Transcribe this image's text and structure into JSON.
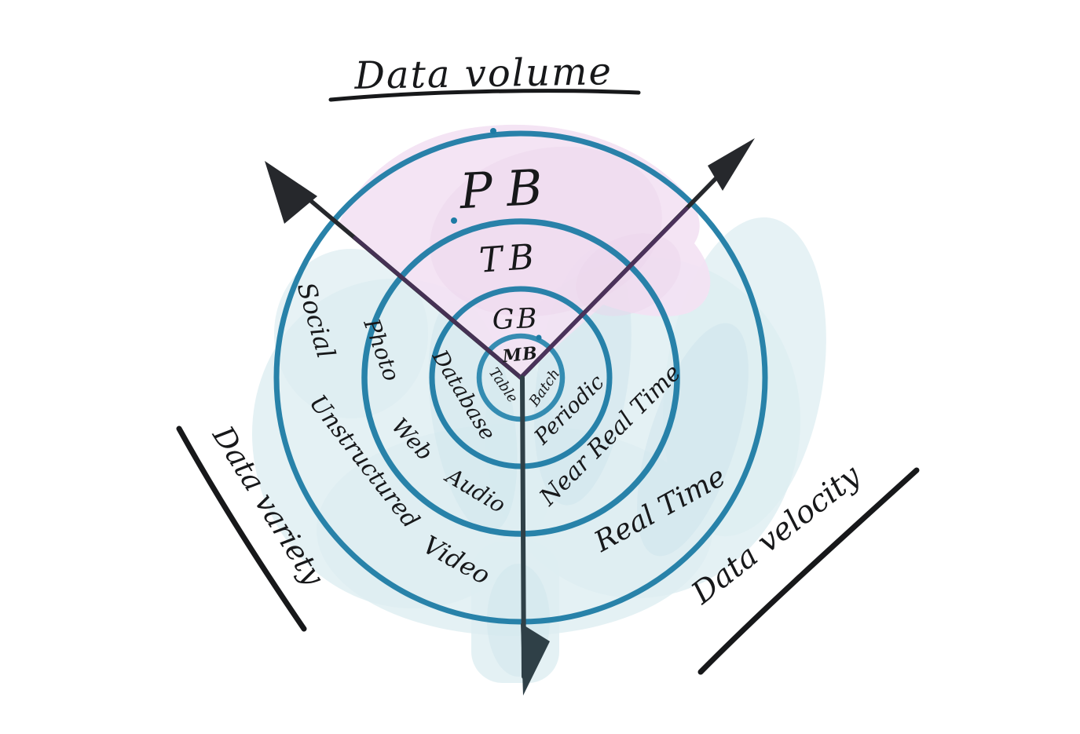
{
  "diagram": {
    "labels": {
      "title": "Data volume",
      "variety_axis": "Data variety",
      "velocity_axis": "Data velocity",
      "pb": "PB",
      "tb": "TB",
      "gb": "GB",
      "mb": "MB",
      "table": "Table",
      "batch": "Batch",
      "database": "Database",
      "periodic": "Periodic",
      "photo": "Photo",
      "web": "Web",
      "audio": "Audio",
      "near_real_time": "Near Real Time",
      "social": "Social",
      "unstructured": "Unstructured",
      "video": "Video",
      "real_time": "Real Time"
    },
    "axes": {
      "top": "Data volume",
      "lower_left": "Data variety",
      "lower_right": "Data velocity"
    },
    "rings": [
      {
        "level": 1,
        "volume": "MB",
        "variety": [
          "Table"
        ],
        "velocity": "Batch"
      },
      {
        "level": 2,
        "volume": "GB",
        "variety": [
          "Database"
        ],
        "velocity": "Periodic"
      },
      {
        "level": 3,
        "volume": "TB",
        "variety": [
          "Photo",
          "Web",
          "Audio"
        ],
        "velocity": "Near Real Time"
      },
      {
        "level": 4,
        "volume": "PB",
        "variety": [
          "Social",
          "Unstructured",
          "Video"
        ],
        "velocity": "Real Time"
      }
    ]
  },
  "colors": {
    "ring_stroke": "#1d7ba4",
    "inner_ring_stroke": "#2b87ae",
    "teal_wash": "#ddedf1",
    "teal_wash_deep": "#cbe3ea",
    "pink_wash": "#f3e2f3",
    "pink_wash_deep": "#ecd5ec",
    "ink": "#17181a",
    "axis": "#26282c",
    "axis_purple": "#5b3770",
    "down_axis": "#2f4047"
  }
}
